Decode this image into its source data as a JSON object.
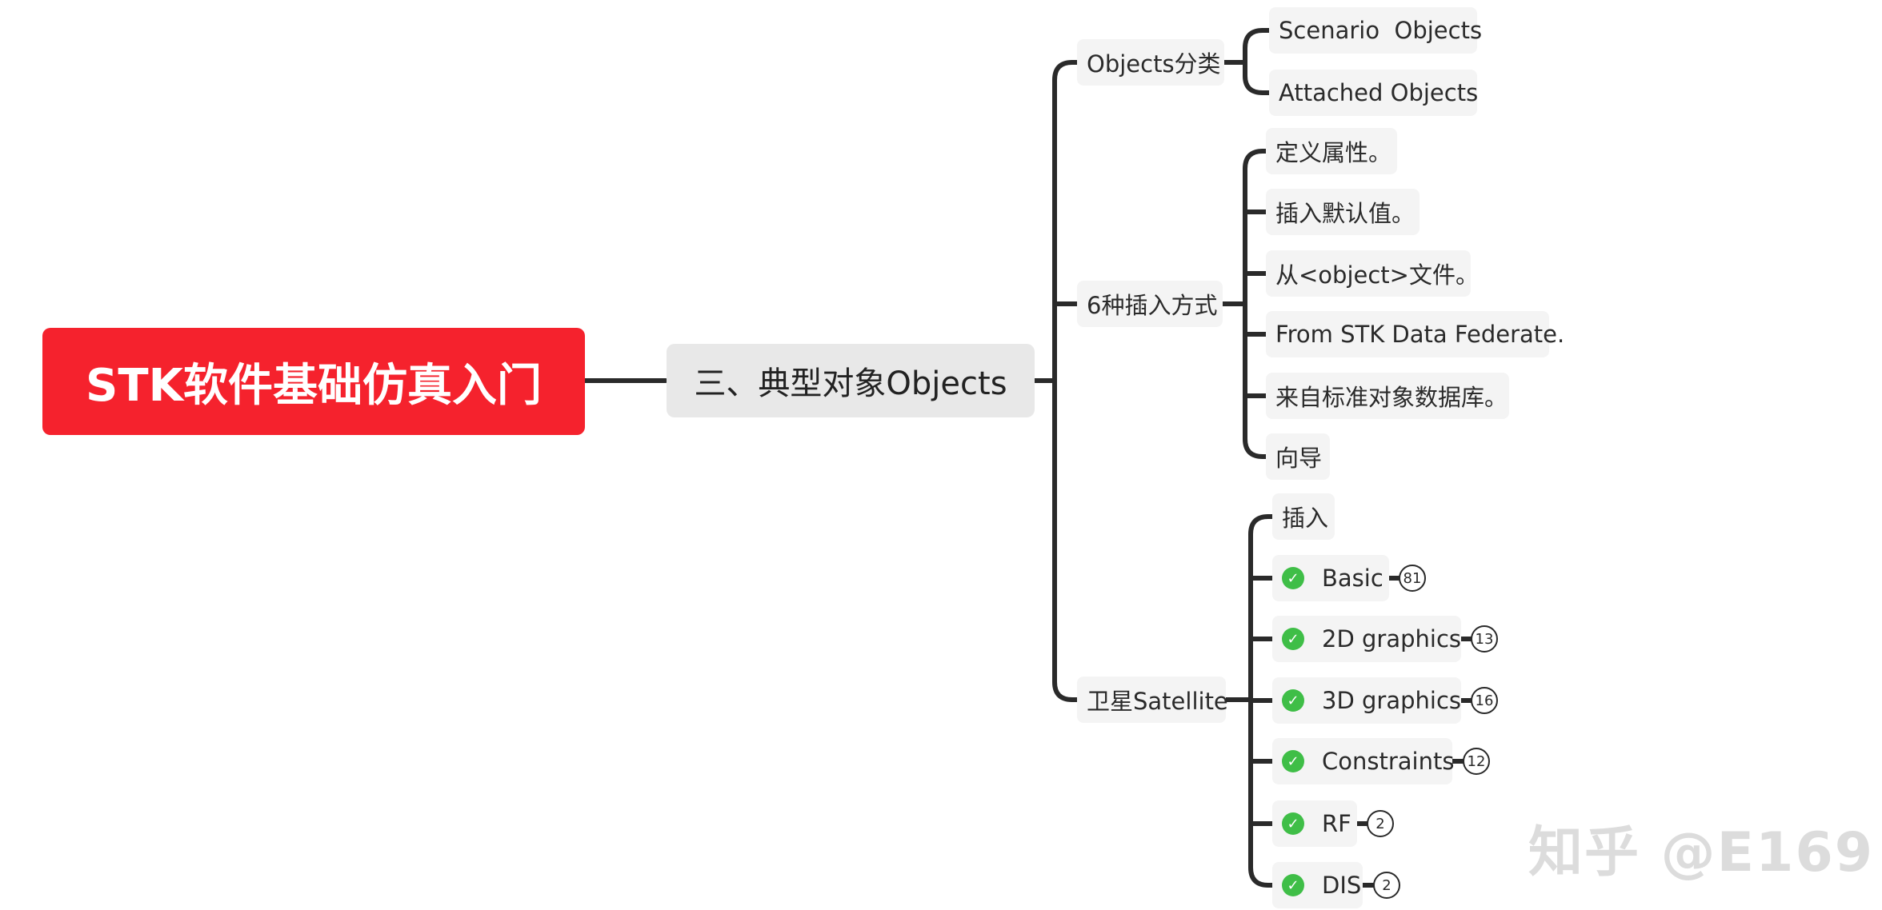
{
  "root": "STK软件基础仿真入门",
  "main": "三、典型对象Objects",
  "branches": [
    {
      "label": "Objects分类",
      "children": [
        "Scenario  Objects",
        "Attached Objects"
      ]
    },
    {
      "label": "6种插入方式",
      "children": [
        "定义属性。",
        "插入默认值。",
        "从<object>文件。",
        "From STK Data Federate.",
        "来自标准对象数据库。",
        "向导"
      ]
    },
    {
      "label": "卫星Satellite",
      "children": [
        {
          "label": "插入"
        },
        {
          "label": "Basic",
          "done": true,
          "count": "81"
        },
        {
          "label": "2D graphics",
          "done": true,
          "count": "13"
        },
        {
          "label": "3D graphics",
          "done": true,
          "count": "16"
        },
        {
          "label": "Constraints",
          "done": true,
          "count": "12"
        },
        {
          "label": "RF",
          "done": true,
          "count": "2"
        },
        {
          "label": "DIS",
          "done": true,
          "count": "2"
        }
      ]
    }
  ],
  "watermark": "知乎 @E169",
  "colors": {
    "root": "#f5222d",
    "check": "#3fbe47",
    "line": "#2a2a2a"
  }
}
